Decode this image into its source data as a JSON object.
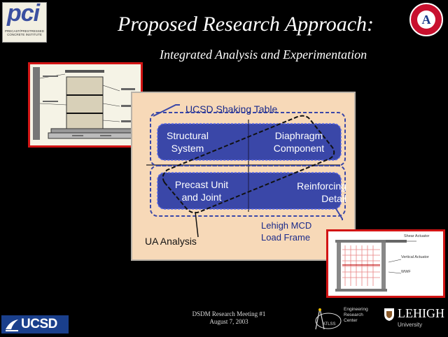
{
  "slide": {
    "title": "Proposed Research Approach:",
    "subtitle": "Integrated Analysis and Experimentation",
    "footer_line1": "DSDM Research Meeting #1",
    "footer_line2": "August 7, 2003"
  },
  "diagram": {
    "ucsd_table": "UCSD Shaking Table",
    "structural": "Structural\nSystem",
    "diaphragm": "Diaphragm\nComponent",
    "precast": "Precast Unit\nand Joint",
    "reinforcing": "Reinforcing\nDetail",
    "lehigh_frame": "Lehigh MCD\nLoad Frame",
    "ua_analysis": "UA Analysis"
  },
  "figures": {
    "frame_shear": "Shear Actuator",
    "frame_vertical": "Vertical Actuator",
    "frame_wwf": "WWF"
  },
  "logos": {
    "pci": "pci",
    "pci_sub": "PRECAST/PRESTRESSED CONCRETE INSTITUTE",
    "ucsd": "UCSD",
    "atlss": "ATLSS",
    "atlss_text": "Engineering\nResearch\nCenter",
    "lehigh": "LEHIGH",
    "lehigh_sub": "University",
    "ua_letter": "A"
  },
  "colors": {
    "background": "#000000",
    "red_frame": "#d21414",
    "panel": "#f7d9b8",
    "box_blue": "#3a47a8"
  }
}
